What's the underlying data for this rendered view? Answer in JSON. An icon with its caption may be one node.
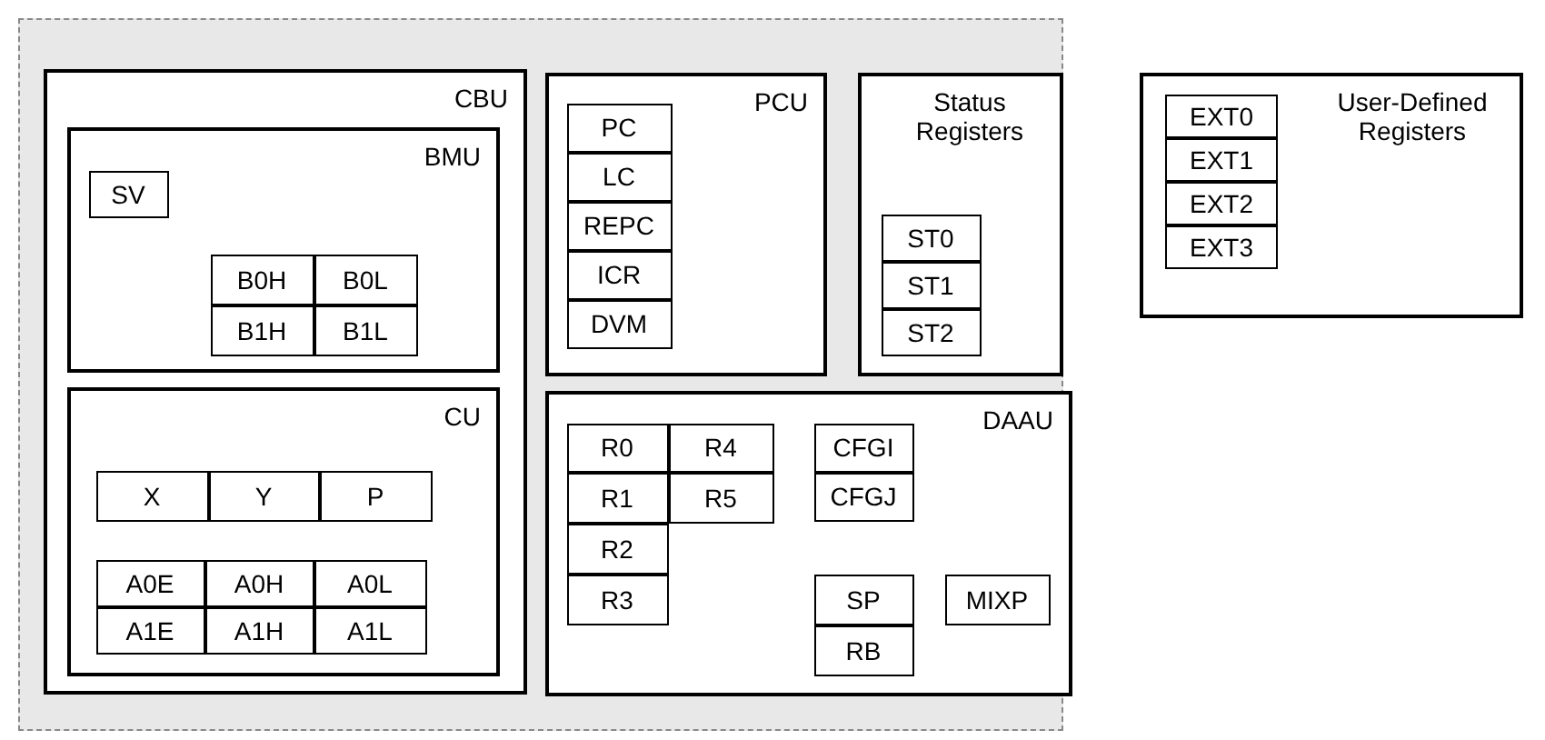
{
  "diagram": {
    "nodes": [
      {
        "text": [],
        "shape": "box"
      },
      {
        "text": [
          "CBU"
        ],
        "in": 0
      },
      {
        "text": [
          "BMU"
        ],
        "in": 1
      },
      {
        "text": [
          "SV"
        ],
        "in": 2
      },
      {
        "text": [
          "B0H"
        ],
        "in": 2
      },
      {
        "text": [
          "B0L"
        ],
        "in": 2
      },
      {
        "text": [
          "B1H"
        ],
        "in": 2
      },
      {
        "text": [
          "B1L"
        ],
        "in": 2
      },
      {
        "text": [
          "CU"
        ],
        "in": 1
      },
      {
        "text": [
          "X"
        ],
        "in": 8
      },
      {
        "text": [
          "Y"
        ],
        "in": 8
      },
      {
        "text": [
          "P"
        ],
        "in": 8
      },
      {
        "text": [
          "A0E"
        ],
        "in": 8
      },
      {
        "text": [
          "A0H"
        ],
        "in": 8
      },
      {
        "text": [
          "A0L"
        ],
        "in": 8
      },
      {
        "text": [
          "A1E"
        ],
        "in": 8
      },
      {
        "text": [
          "A1H"
        ],
        "in": 8
      },
      {
        "text": [
          "A1L"
        ],
        "in": 8
      },
      {
        "text": [
          "PCU"
        ],
        "in": 0
      },
      {
        "text": [
          "PC"
        ],
        "in": 18
      },
      {
        "text": [
          "LC"
        ],
        "in": 18
      },
      {
        "text": [
          "REPC"
        ],
        "in": 18
      },
      {
        "text": [
          "ICR"
        ],
        "in": 18
      },
      {
        "text": [
          "DVM"
        ],
        "in": 18
      },
      {
        "text": [
          "Status Registers"
        ],
        "in": 0
      },
      {
        "text": [
          "ST0"
        ],
        "in": 24
      },
      {
        "text": [
          "ST1"
        ],
        "in": 24
      },
      {
        "text": [
          "ST2"
        ],
        "in": 24
      },
      {
        "text": [
          "DAAU"
        ],
        "in": 0
      },
      {
        "text": [
          "R0"
        ],
        "in": 28
      },
      {
        "text": [
          "R4"
        ],
        "in": 28
      },
      {
        "text": [
          "CFGI"
        ],
        "in": 28
      },
      {
        "text": [
          "R1"
        ],
        "in": 28
      },
      {
        "text": [
          "R5"
        ],
        "in": 28
      },
      {
        "text": [
          "CFGJ"
        ],
        "in": 28
      },
      {
        "text": [
          "R2"
        ],
        "in": 28
      },
      {
        "text": [
          "R3"
        ],
        "in": 28
      },
      {
        "text": [
          "SP"
        ],
        "in": 28
      },
      {
        "text": [
          "MIXP"
        ],
        "in": 28
      },
      {
        "text": [
          "RB"
        ],
        "in": 28
      },
      {
        "text": [
          "User-Defined Registers"
        ]
      },
      {
        "text": [
          "EXT0"
        ],
        "in": 40
      },
      {
        "text": [
          "EXT1"
        ],
        "in": 40
      },
      {
        "text": [
          "EXT2"
        ],
        "in": 40
      },
      {
        "text": [
          "EXT3"
        ],
        "in": 40
      }
    ]
  }
}
